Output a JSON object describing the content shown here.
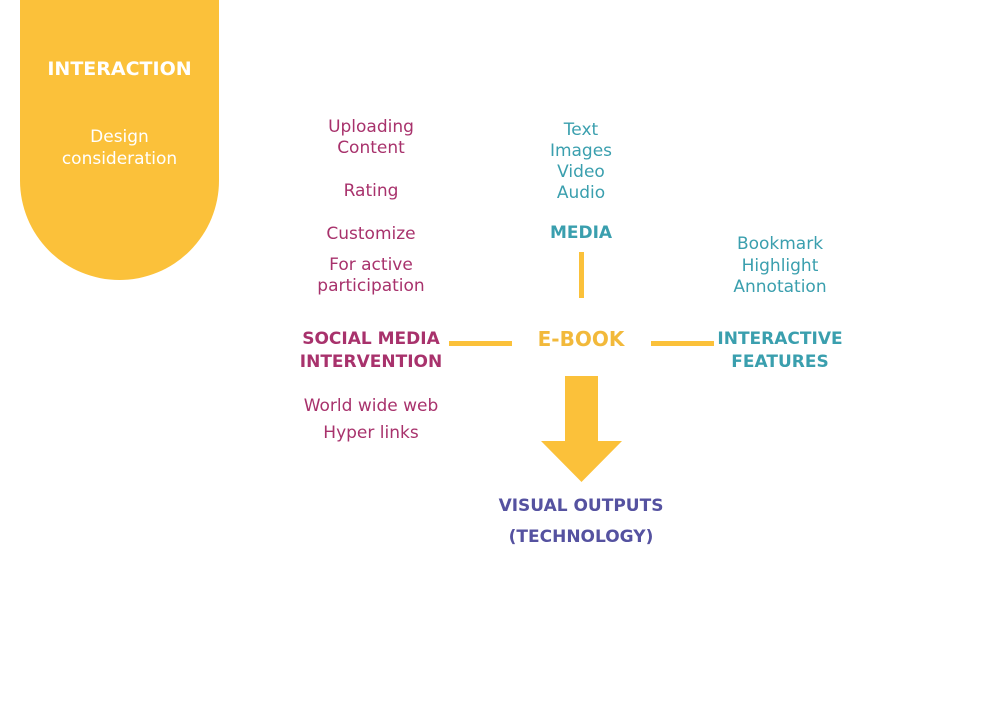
{
  "panel": {
    "title": "INTERACTION",
    "subtitle_line1": "Design",
    "subtitle_line2": "consideration",
    "color": "#FBC13A"
  },
  "social": {
    "item1_line1": "Uploading",
    "item1_line2": "Content",
    "item2": "Rating",
    "item3": "Customize",
    "item4_line1": "For active",
    "item4_line2": "participation",
    "header_line1": "SOCIAL MEDIA",
    "header_line2": "INTERVENTION",
    "bottom1": "World wide web",
    "bottom2": "Hyper links",
    "color": "#A8326C"
  },
  "media": {
    "items": [
      "Text",
      "Images",
      "Video",
      "Audio"
    ],
    "header": "MEDIA",
    "color": "#3A9FAE"
  },
  "ebook": {
    "label": "E-BOOK",
    "color": "#F2B93B"
  },
  "interactive": {
    "items": [
      "Bookmark",
      "Highlight",
      "Annotation"
    ],
    "header_line1": "INTERACTIVE",
    "header_line2": "FEATURES",
    "color": "#3A9FAE"
  },
  "output": {
    "line1": "VISUAL OUTPUTS",
    "line2": "(TECHNOLOGY)",
    "color": "#5552A0"
  }
}
